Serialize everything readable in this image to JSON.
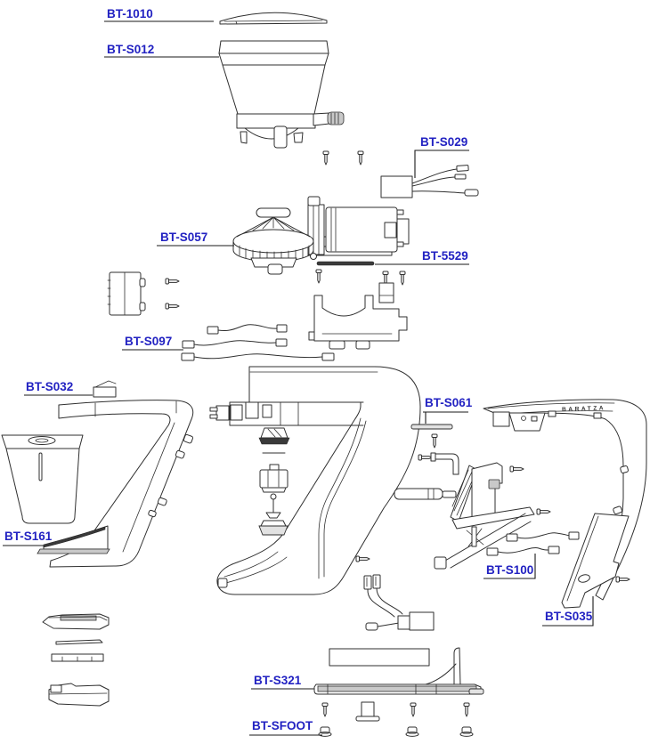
{
  "diagram": {
    "brand_text": "BARATZA",
    "label_color": "#2222c2",
    "line_color": "#2f2f2f",
    "labels": [
      {
        "code": "BT-1010"
      },
      {
        "code": "BT-S012"
      },
      {
        "code": "BT-S029"
      },
      {
        "code": "BT-S057"
      },
      {
        "code": "BT-5529"
      },
      {
        "code": "BT-S097"
      },
      {
        "code": "BT-S032"
      },
      {
        "code": "BT-S061"
      },
      {
        "code": "BT-S161"
      },
      {
        "code": "BT-S100"
      },
      {
        "code": "BT-S035"
      },
      {
        "code": "BT-S321"
      },
      {
        "code": "BT-SFOOT"
      }
    ]
  }
}
